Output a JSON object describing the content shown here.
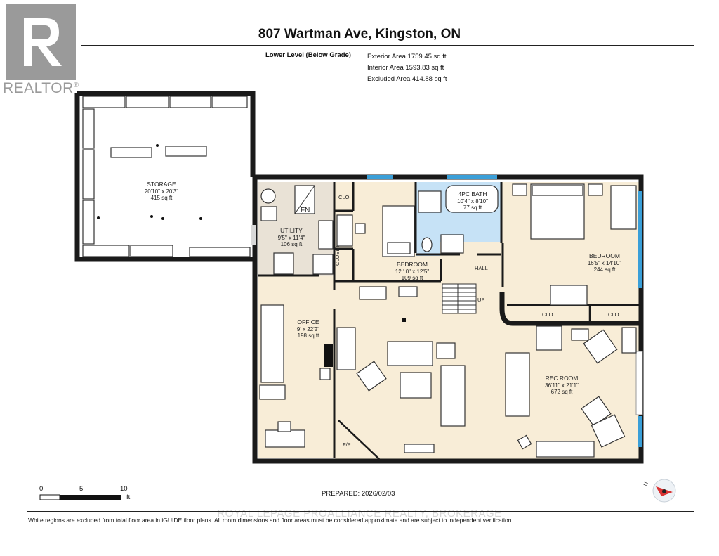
{
  "header": {
    "title": "807 Wartman Ave, Kingston, ON",
    "level_name": "Lower Level (Below Grade)",
    "areas": {
      "exterior": "Exterior Area 1759.45 sq ft",
      "interior": "Interior Area 1593.83 sq ft",
      "excluded": "Excluded Area 414.88 sq ft"
    }
  },
  "logo": {
    "text": "REALTOR",
    "mark": "®"
  },
  "rooms": {
    "storage": {
      "name": "STORAGE",
      "dims": "20'10\" x 20'3\"",
      "area": "415 sq ft"
    },
    "utility": {
      "name": "UTILITY",
      "dims": "9'5\" x 11'4\"",
      "area": "106 sq ft"
    },
    "bedroom_small": {
      "name": "BEDROOM",
      "dims": "12'10\" x 12'5\"",
      "area": "109 sq ft"
    },
    "bath": {
      "name": "4PC BATH",
      "dims": "10'4\" x 8'10\"",
      "area": "77 sq ft"
    },
    "bedroom_large": {
      "name": "BEDROOM",
      "dims": "16'5\" x 14'10\"",
      "area": "244 sq ft"
    },
    "office": {
      "name": "OFFICE",
      "dims": "9' x 22'2\"",
      "area": "198 sq ft"
    },
    "rec_room": {
      "name": "REC ROOM",
      "dims": "36'11\" x 21'1\"",
      "area": "672 sq ft"
    }
  },
  "labels": {
    "clo_top": "CLO",
    "closet": "CLOSET",
    "hall": "HALL",
    "up": "UP",
    "clo_a": "CLO",
    "clo_b": "CLO",
    "fn": "FN",
    "fp": "F/P"
  },
  "scale": {
    "s0": "0",
    "s5": "5",
    "s10": "10",
    "unit": "ft"
  },
  "compass": {
    "letter": "N"
  },
  "prepared": "PREPARED: 2026/02/03",
  "watermark": "ROYAL LEPAGE PROALLIANCE REALTY, BROKERAGE",
  "footer": "White regions are excluded from total floor area in iGUIDE floor plans. All room dimensions and floor areas must be considered approximate and are subject to independent verification.",
  "colors": {
    "wall": "#1a1a1a",
    "finished": "#f8edd7",
    "utility": "#e9e2d6",
    "bath": "#c6e2f6",
    "window": "#3a9fd8",
    "logo": "#9a9a9a"
  }
}
